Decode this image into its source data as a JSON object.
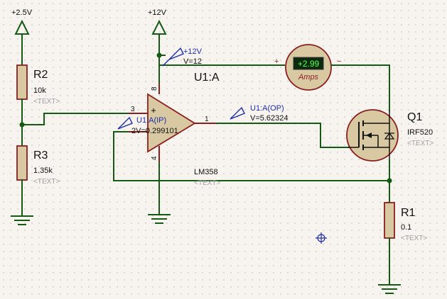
{
  "rails": {
    "v25_label": "+2.5V",
    "v12_label": "+12V"
  },
  "r2": {
    "ref": "R2",
    "value": "10k",
    "text": "<TEXT>"
  },
  "r3": {
    "ref": "R3",
    "value": "1.35k",
    "text": "<TEXT>"
  },
  "r1": {
    "ref": "R1",
    "value": "0.1",
    "text": "<TEXT>"
  },
  "q1": {
    "ref": "Q1",
    "value": "IRF520",
    "text": "<TEXT>"
  },
  "opamp": {
    "ref": "U1:A",
    "value": "LM358",
    "text": "<TEXT>",
    "pin_noninv": "3",
    "pin_out": "1",
    "pin_vcc": "8",
    "pin_gnd": "4"
  },
  "probes": {
    "vcc_name": "+12V",
    "vcc_value": "V=12",
    "ip_name": "U1:A(IP)",
    "ip_value": "2V=0.299101",
    "op_name": "U1:A(OP)",
    "op_value": "V=5.62324"
  },
  "ammeter": {
    "reading": "+2.99",
    "unit": "Amps",
    "plus": "+",
    "minus": "−"
  },
  "colors": {
    "wire": "#145a14",
    "component": "#8a1f1f",
    "fill": "#d9c9a3",
    "probe": "#1f2ea8",
    "display": "#55ff55"
  }
}
